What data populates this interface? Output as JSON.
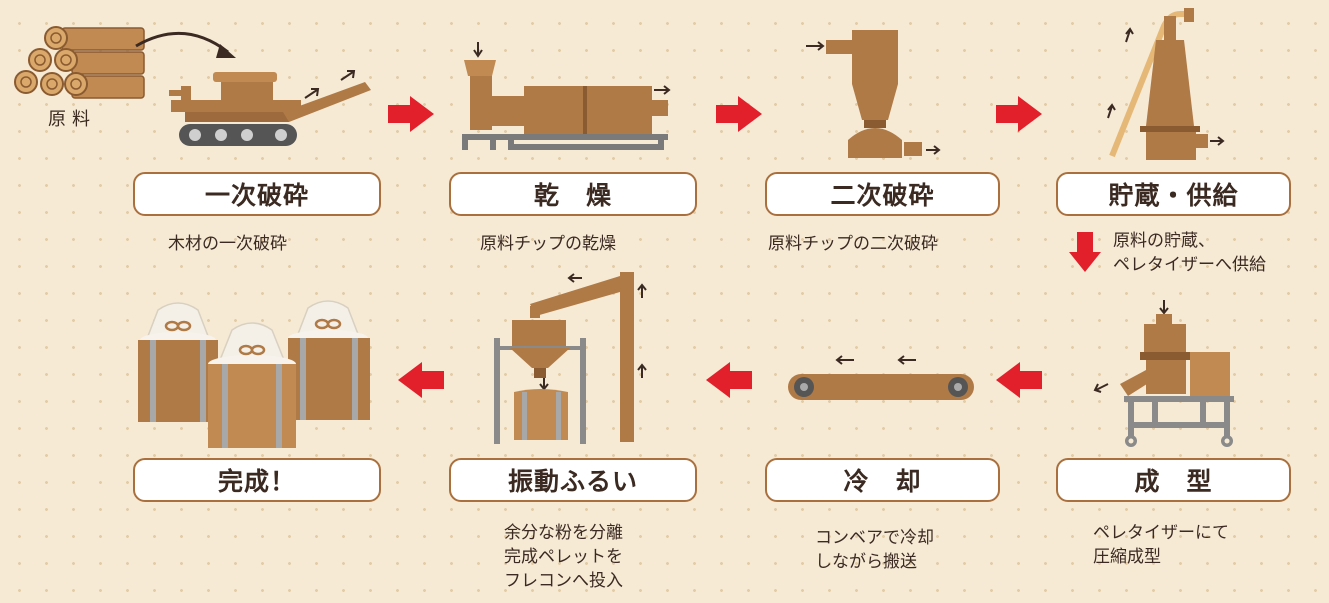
{
  "raw_label": "原料",
  "colors": {
    "accent_arrow": "#e2202c",
    "wood": "#b07a46",
    "wood_dark": "#8a5a30",
    "label_border": "#a9703d"
  },
  "steps": [
    {
      "title": "一次破砕",
      "desc": [
        "木材の一次破砕"
      ]
    },
    {
      "title": "乾　燥",
      "desc": [
        "原料チップの乾燥"
      ]
    },
    {
      "title": "二次破砕",
      "desc": [
        "原料チップの二次破砕"
      ]
    },
    {
      "title": "貯蔵・供給",
      "desc": [
        "原料の貯蔵、",
        "ペレタイザーへ供給"
      ]
    },
    {
      "title": "成　型",
      "desc": [
        "ペレタイザーにて",
        "圧縮成型"
      ]
    },
    {
      "title": "冷　却",
      "desc": [
        "コンベアで冷却",
        "しながら搬送"
      ]
    },
    {
      "title": "振動ふるい",
      "desc": [
        "余分な粉を分離",
        "完成ペレットを",
        "フレコンへ投入"
      ]
    },
    {
      "title": "完成！",
      "desc": []
    }
  ]
}
